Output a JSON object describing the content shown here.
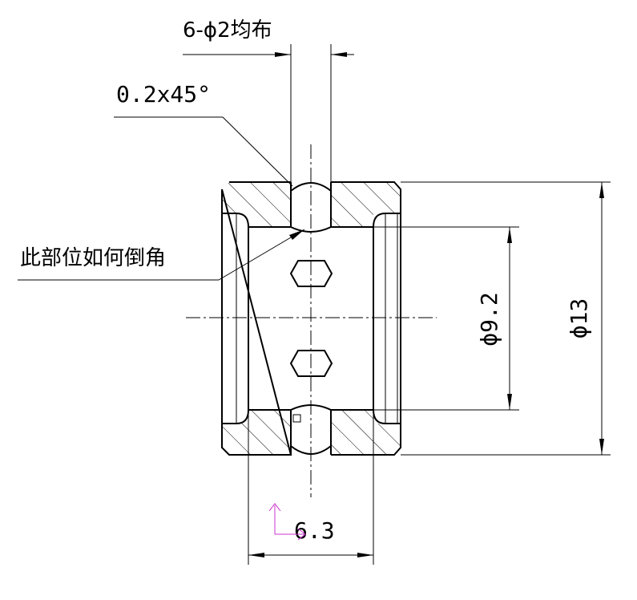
{
  "drawing": {
    "labels": {
      "holes": "6-ϕ2均布",
      "chamfer": "0.2x45°",
      "question": "此部位如何倒角",
      "inner_diameter": "ϕ9.2",
      "outer_diameter": "ϕ13",
      "width": "6.3"
    },
    "colors": {
      "line": "#000000",
      "background": "#ffffff",
      "ucs_marker": "#cc33cc"
    }
  }
}
